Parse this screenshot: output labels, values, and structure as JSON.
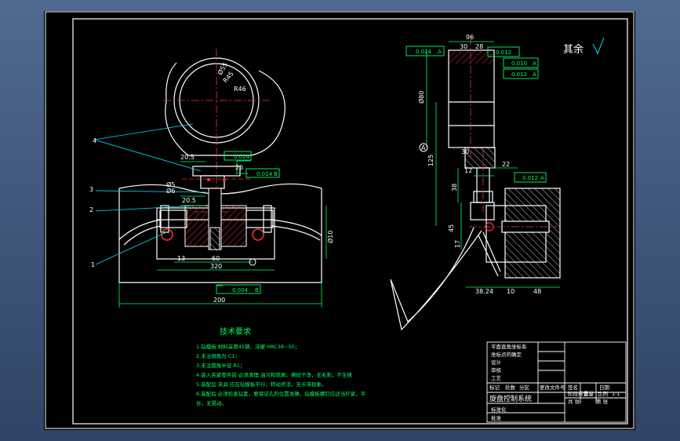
{
  "drawing": {
    "rough_symbol_label": "其余",
    "left_view": {
      "dims": [
        "20.5",
        "Ø55",
        "R45",
        "R46",
        "20.5",
        "26",
        "Ø5",
        "Ø6",
        "60",
        "320",
        "200",
        "Ø10",
        "13"
      ],
      "tolerances": [
        "0.024",
        "0.014",
        "0.004"
      ],
      "datum": [
        "B",
        "B"
      ],
      "balloons": [
        "1",
        "2",
        "3",
        "4"
      ]
    },
    "right_view": {
      "dims": [
        "96",
        "30",
        "28",
        "Ø80",
        "125",
        "30",
        "12",
        "22",
        "38",
        "17",
        "45",
        "38.24",
        "10",
        "48"
      ],
      "tolerances": [
        "0.024",
        "0.012",
        "0.010",
        "0.012",
        "0.012"
      ],
      "datum": [
        "A",
        "A",
        "A",
        "A",
        "A",
        "A"
      ]
    },
    "tech_requirements": {
      "title": "技术要求",
      "items": [
        "1.钻模板 材料采用45钢，淬硬 HRC38~50；",
        "2.未注倒角为 C1；",
        "3.未注圆角半径 R1；",
        "4.装入夹紧零件前 必须清理 油污和铁屑，擦拭干净，无毛刺，不生锈",
        "5.装配后 夹具 应在钻模板平行，转动灵活，无卡滞现象。",
        "6.装配后 必须检查钻套，要保证孔的位置准确，钻模板螺钉应适当拧紧，平",
        "   台，无晃动。"
      ]
    },
    "title_block": {
      "rows": [
        "平面直角坐标系",
        "坐标点的确定",
        "设计",
        "审核",
        "工艺",
        "标准化",
        "批准"
      ],
      "labels": [
        "标记",
        "处数",
        "分区",
        "更改文件号",
        "签名",
        "日期"
      ],
      "main_title": "旋盘控制系统",
      "cells": [
        "阶段标记",
        "重量",
        "比例",
        "1:1",
        "共 张",
        "第 张"
      ]
    }
  }
}
